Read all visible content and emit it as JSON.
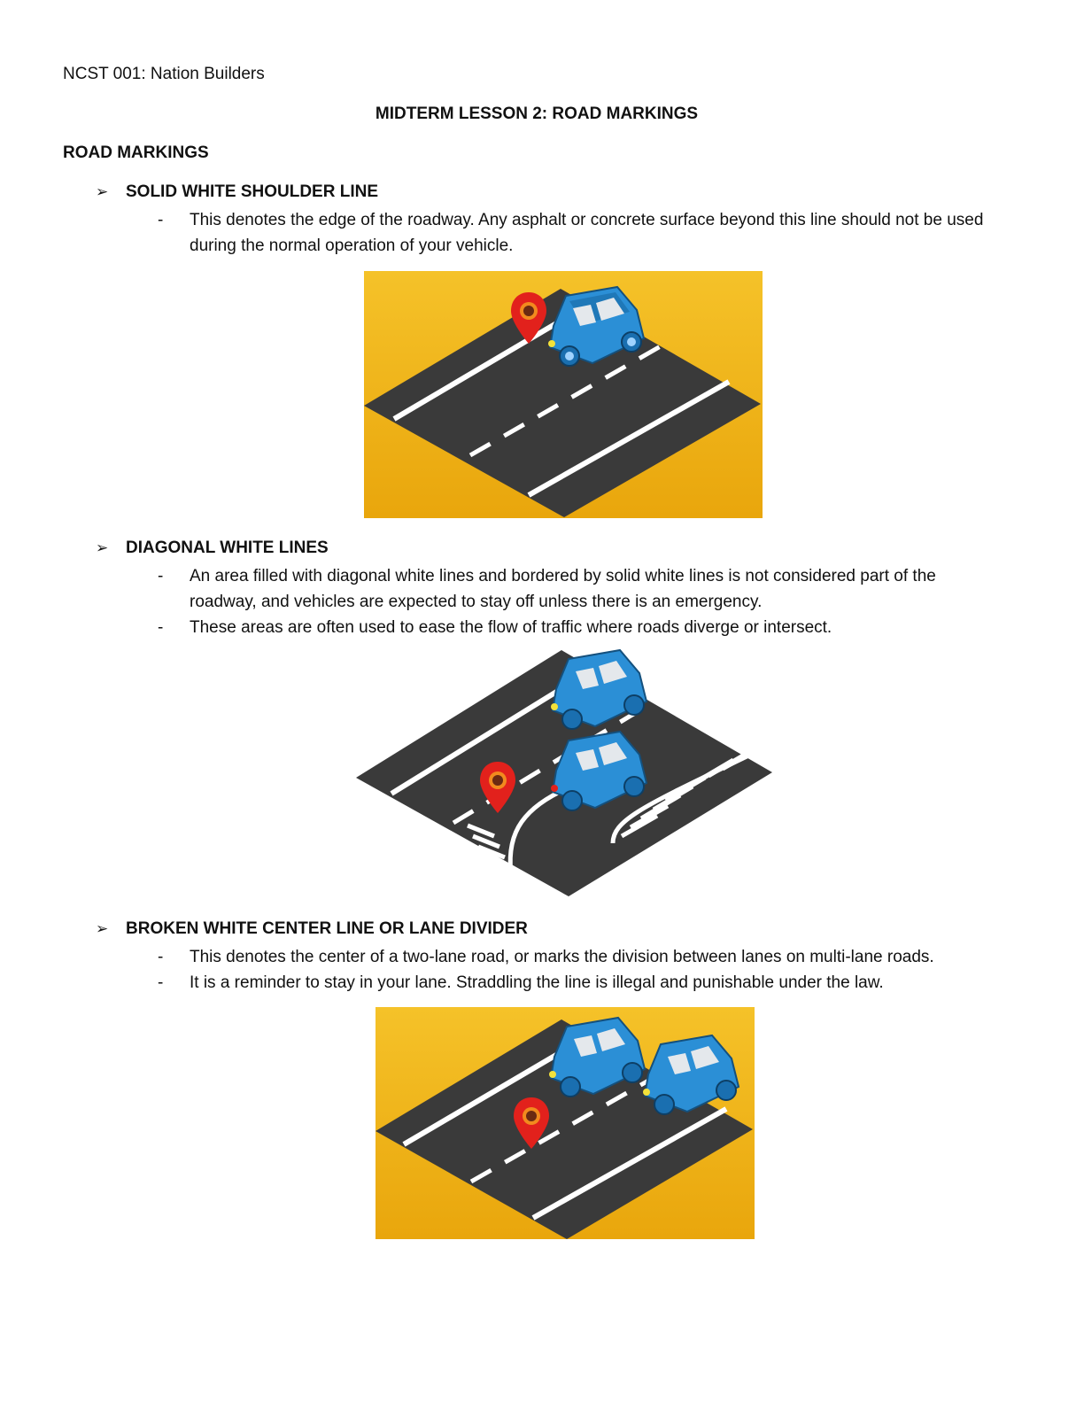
{
  "header": {
    "course": "NCST 001: Nation Builders"
  },
  "title": "MIDTERM LESSON 2: ROAD MARKINGS",
  "section_title": "ROAD MARKINGS",
  "bullet_symbol": "➢",
  "dash_symbol": "-",
  "sections": [
    {
      "heading": "SOLID WHITE SHOULDER LINE",
      "items": [
        "This denotes the edge of the roadway. Any asphalt or concrete surface beyond this line should not be used during the normal operation of your vehicle."
      ]
    },
    {
      "heading": "DIAGONAL WHITE LINES",
      "items": [
        "An area filled with diagonal white lines and bordered by solid white lines is not considered part of the roadway, and vehicles are expected to stay off unless there is an emergency.",
        "These areas are often used to ease the flow of traffic where roads diverge or intersect."
      ]
    },
    {
      "heading": "BROKEN WHITE CENTER LINE OR LANE DIVIDER",
      "items": [
        "This denotes the center of a two-lane road, or marks the division between lanes on multi-lane roads.",
        "It is a reminder to stay in your lane. Straddling the line is illegal and punishable under the law."
      ]
    }
  ],
  "colors": {
    "background_yellow": "#f2b51c",
    "asphalt": "#3a3a3a",
    "car_blue": "#2b8fd6",
    "pin_red": "#e2211c"
  }
}
